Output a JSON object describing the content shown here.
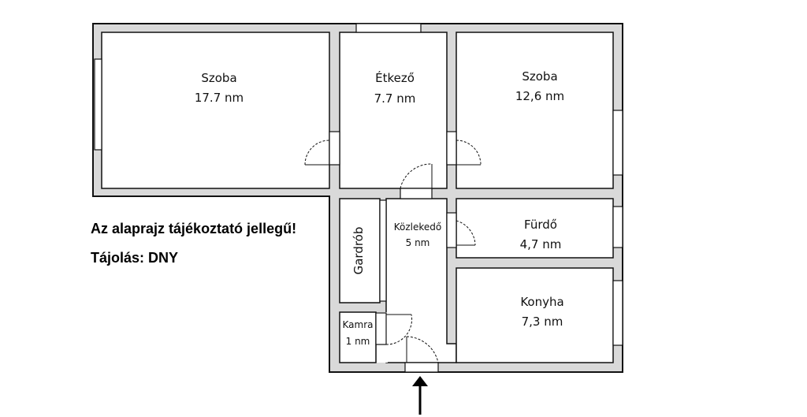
{
  "rooms": [
    {
      "name": "Szoba",
      "area": "17.7 nm"
    },
    {
      "name": "Étkező",
      "area": "7.7 nm"
    },
    {
      "name": "Szoba",
      "area": "12,6 nm"
    },
    {
      "name": "Közlekedő",
      "area": "5 nm"
    },
    {
      "name": "Fürdő",
      "area": "4,7 nm"
    },
    {
      "name": "Gardrób"
    },
    {
      "name": "Konyha",
      "area": "7,3 nm"
    },
    {
      "name": "Kamra",
      "area": "1 nm"
    }
  ],
  "notes": {
    "disclaimer": "Az alaprajz tájékoztató jellegű!",
    "orientation": "Tájolás: DNY"
  },
  "colors": {
    "wall": "#d9d9d9",
    "outline": "#111111"
  },
  "entrance_marker": "arrow-up-icon"
}
